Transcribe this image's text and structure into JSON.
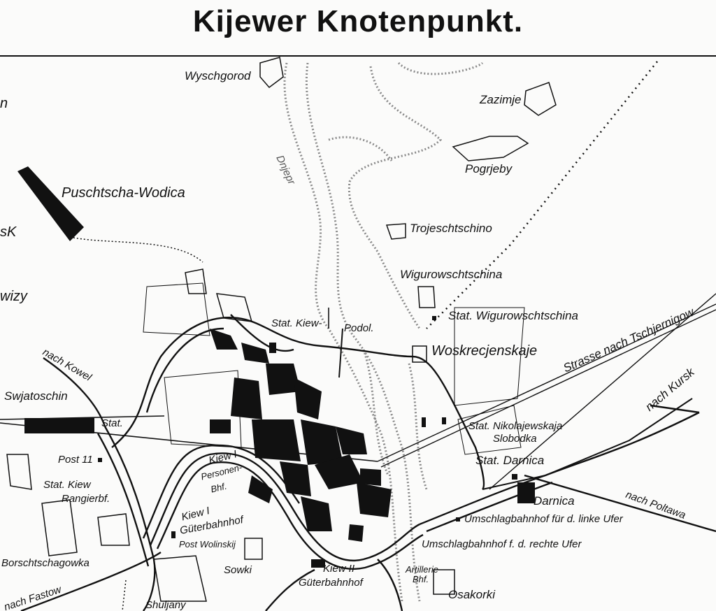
{
  "title": "Kijewer Knotenpunkt.",
  "river": {
    "name": "Dnjepr"
  },
  "labels": {
    "wyschgorod": "Wyschgorod",
    "zazimje": "Zazimje",
    "pogrjeby": "Pogrjeby",
    "puschtscha_wodica": "Puschtscha-Wodica",
    "trojeschtschino": "Trojeschtschino",
    "wigurowschtschina": "Wigurowschtschina",
    "stat_wigurowschtschina": "Stat. Wigurowschtschina",
    "stat_kiew": "Stat. Kiew-",
    "podol": "Podol.",
    "woskrecjenskaje": "Woskrecjenskaje",
    "strasse_tschernigow": "Strasse nach Tschjernigow",
    "nach_kursk": "nach Kursk",
    "nach_kowel": "nach Kowel",
    "swjatoschin": "Swjatoschin",
    "stat": "Stat.",
    "stat_nikolajewskaja": "Stat. Nikolajewskaja",
    "slobodka": "Slobodka",
    "stat_darnica": "Stat. Darnica",
    "darnica": "Darnica",
    "nach_poltawa": "nach Poltawa",
    "post_11": "Post 11",
    "stat_kiew_rangier": "Stat. Kiew",
    "rangierbf": "Rangierbf.",
    "kiew_1_personen": "Kiew I",
    "personen_bhf": "Personen-",
    "bhf": "Bhf.",
    "kiew_1_gueter": "Kiew I",
    "gueterbahnhof": "Güterbahnhof",
    "post_wolinskij": "Post Wolinskij",
    "umschlag_links": "Umschlagbahnhof für d. linke Ufer",
    "umschlag_rechts": "Umschlagbahnhof f. d. rechte Ufer",
    "borschtschagowka": "Borschtschagowka",
    "sowki": "Sowki",
    "kiew_2": "Kiew II",
    "kiew_2_gueter": "Güterbahnhof",
    "artillerie": "Artillerie",
    "artillerie_bhf": "Bhf.",
    "osakorki": "Osakorki",
    "nach_fastow": "nach Fastow",
    "shuljany": "Shuljany",
    "edge_sk": "sK",
    "edge_wizy": "wizy",
    "edge_n": "n"
  },
  "colors": {
    "ink": "#111111",
    "paper": "#fbfbfa",
    "sand": "#8a8a8a"
  }
}
